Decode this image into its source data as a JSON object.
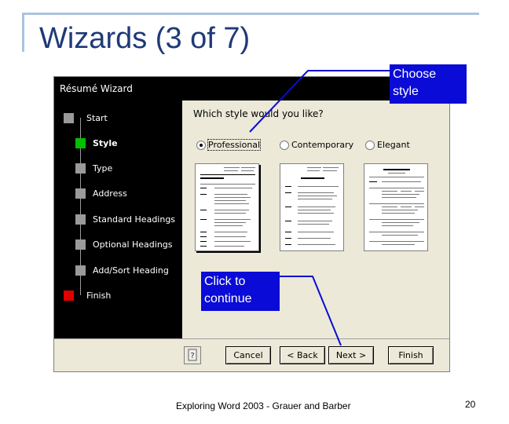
{
  "slide": {
    "title": "Wizards (3 of 7)",
    "footer": "Exploring Word 2003 - Grauer and Barber",
    "page_number": "20"
  },
  "dialog": {
    "title": "Résumé Wizard",
    "question": "Which style would you like?",
    "steps": [
      {
        "label": "Start",
        "color": "#9a9a9a"
      },
      {
        "label": "Style",
        "color": "#00c000",
        "current": true
      },
      {
        "label": "Type",
        "color": "#9a9a9a"
      },
      {
        "label": "Address",
        "color": "#9a9a9a"
      },
      {
        "label": "Standard Headings",
        "color": "#9a9a9a"
      },
      {
        "label": "Optional Headings",
        "color": "#9a9a9a"
      },
      {
        "label": "Add/Sort Heading",
        "color": "#9a9a9a"
      },
      {
        "label": "Finish",
        "color": "#e00000"
      }
    ],
    "styles": [
      {
        "label": "Professional",
        "selected": true
      },
      {
        "label": "Contemporary",
        "selected": false
      },
      {
        "label": "Elegant",
        "selected": false
      }
    ],
    "buttons": {
      "cancel": "Cancel",
      "back": "< Back",
      "next": "Next >",
      "finish": "Finish"
    }
  },
  "callouts": {
    "choose_style": "Choose style",
    "click_continue": "Click to continue"
  }
}
